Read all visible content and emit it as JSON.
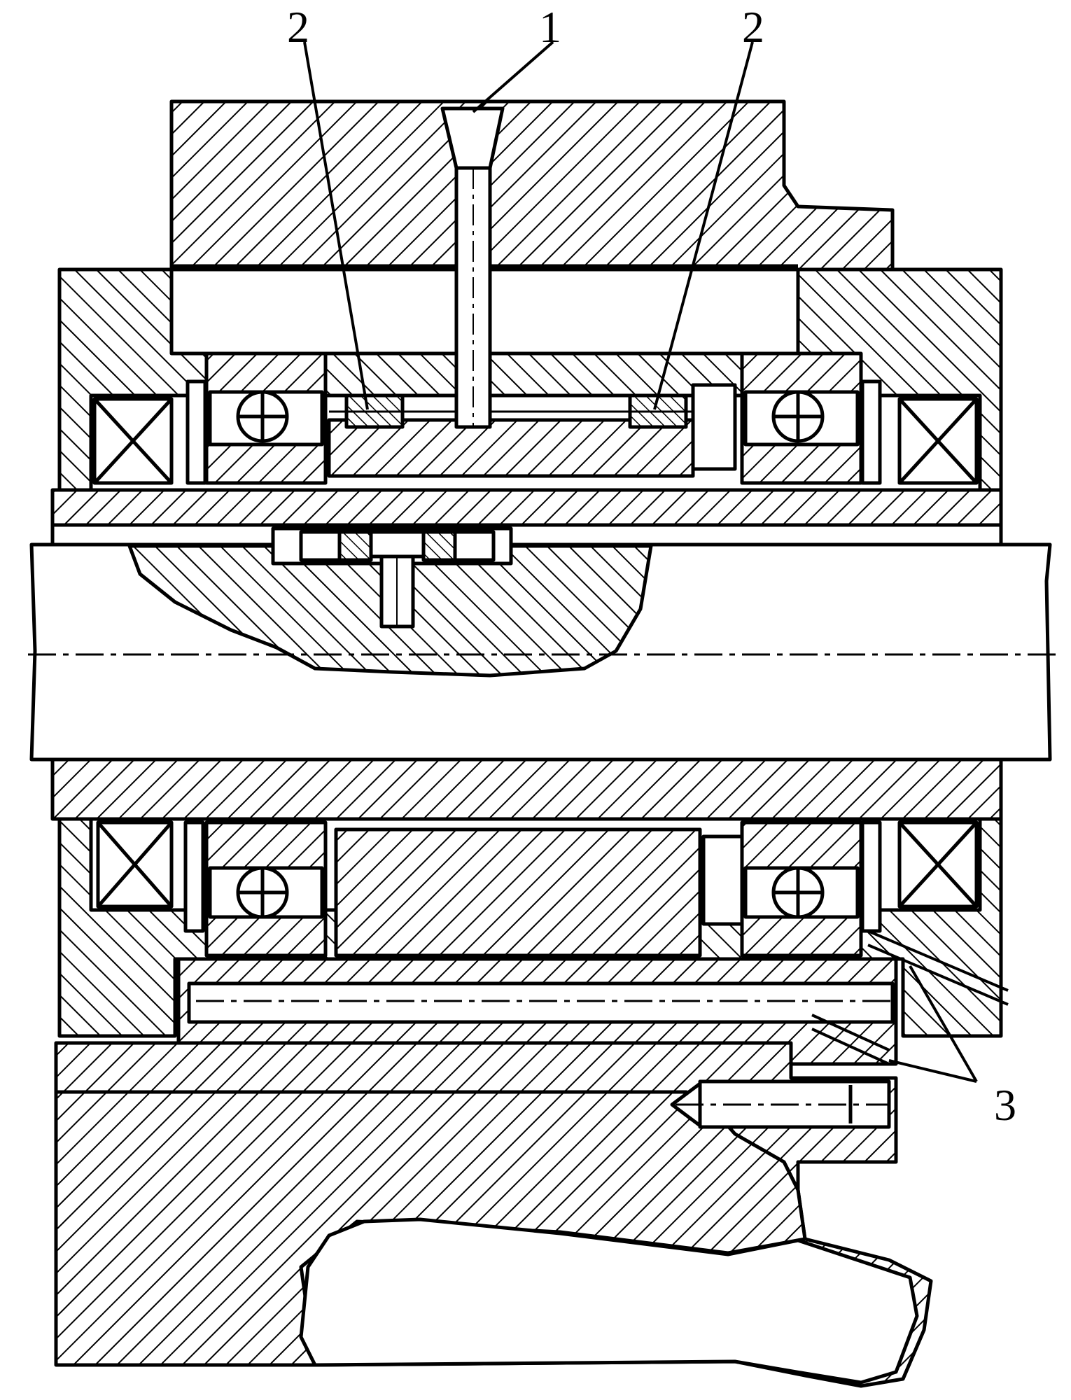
{
  "figure": {
    "type": "mechanical-cross-section",
    "ink_color": "#000000",
    "paper_color": "#ffffff"
  },
  "callouts": {
    "c1": "1",
    "c2_left": "2",
    "c2_right": "2",
    "c3": "3"
  }
}
